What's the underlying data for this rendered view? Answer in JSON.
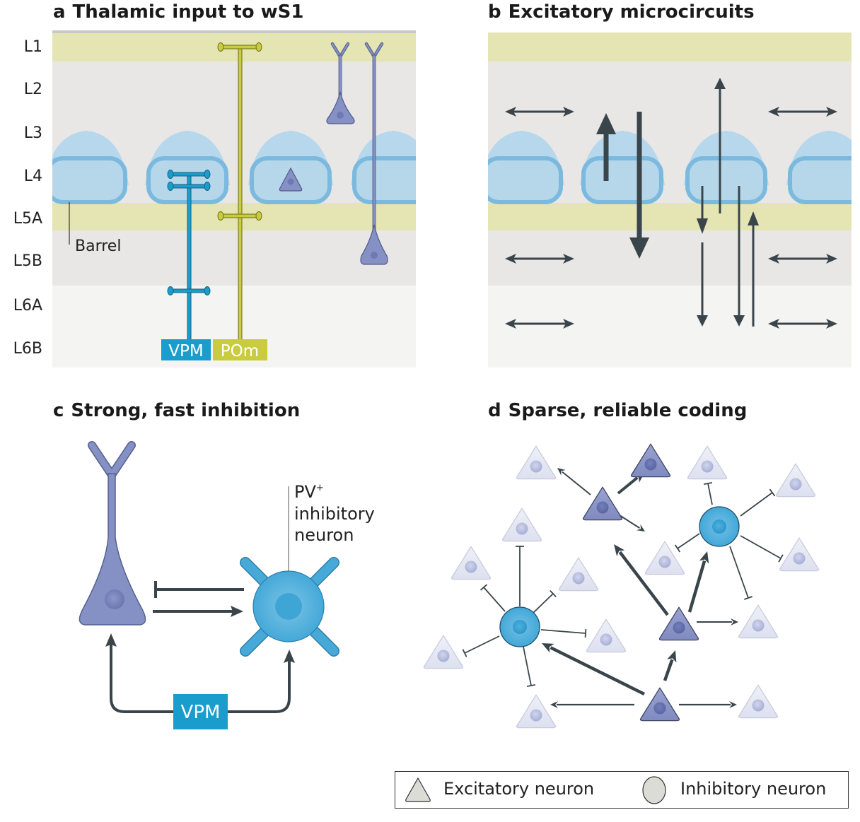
{
  "panels": {
    "a": {
      "letter": "a",
      "title": "Thalamic input to wS1",
      "layers": [
        "L1",
        "L2",
        "L3",
        "L4",
        "L5A",
        "L5B",
        "L6A",
        "L6B"
      ],
      "barrel_label": "Barrel",
      "vpm_label": "VPM",
      "pom_label": "POm"
    },
    "b": {
      "letter": "b",
      "title": "Excitatory microcircuits"
    },
    "c": {
      "letter": "c",
      "title": "Strong, fast inhibition",
      "pv_label_main": "PV",
      "pv_label_sup": "+",
      "pv_line2": "inhibitory",
      "pv_line3": "neuron",
      "vpm_label": "VPM"
    },
    "d": {
      "letter": "d",
      "title": "Sparse, reliable coding"
    }
  },
  "legend": {
    "excitatory": "Excitatory neuron",
    "inhibitory": "Inhibitory neuron"
  },
  "colors": {
    "layer_yellow": "#e4e5b3",
    "layer_gray": "#e8e7e6",
    "layer_light": "#f4f4f2",
    "barrel_fill": "#b6d6ea",
    "barrel_stroke": "#78b8dc",
    "vpm": "#1a9ccc",
    "pom": "#c9cc3e",
    "pyramidal": "#8591c4",
    "pyramidal_light": "#dfe2f1",
    "inhibitory": "#47a9d8",
    "arrow": "#3a454b"
  }
}
